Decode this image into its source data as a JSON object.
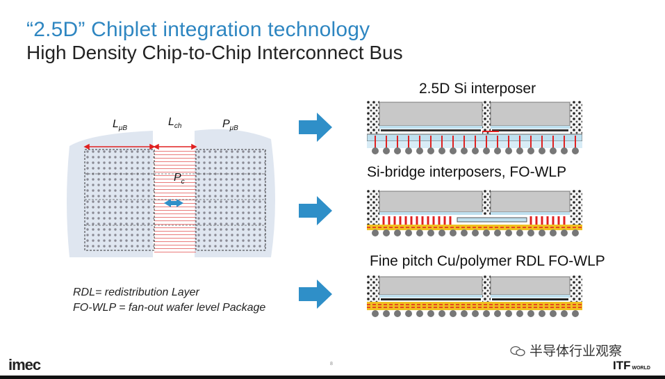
{
  "slide": {
    "title": "“2.5D” Chiplet integration technology",
    "subtitle": "High Density Chip-to-Chip Interconnect Bus",
    "page_number": "8"
  },
  "schematic": {
    "label_lub": "L",
    "label_lub_sub": "μB",
    "label_lch": "L",
    "label_lch_sub": "ch",
    "label_pub": "P",
    "label_pub_sub": "μB",
    "label_pc": "P",
    "label_pc_sub": "c"
  },
  "notes": {
    "rdl": "RDL= redistribution Layer",
    "fowlp": "FO-WLP = fan-out wafer level Package"
  },
  "packages": [
    {
      "label": "2.5D Si interposer"
    },
    {
      "label": "Si-bridge interposers, FO-WLP"
    },
    {
      "label": "Fine pitch Cu/polymer RDL FO-WLP"
    }
  ],
  "footer": {
    "logo": "imec",
    "wechat": "半导体行业观察",
    "itf": "ITF",
    "itf_small": "WORLD"
  },
  "colors": {
    "title": "#2e86c1",
    "arrow": "#2f8fc8",
    "chip": "#c8c8c8",
    "interposer": "#bfe0ef",
    "bump_red": "#e02020",
    "rdl_yellow": "#f0c020"
  }
}
